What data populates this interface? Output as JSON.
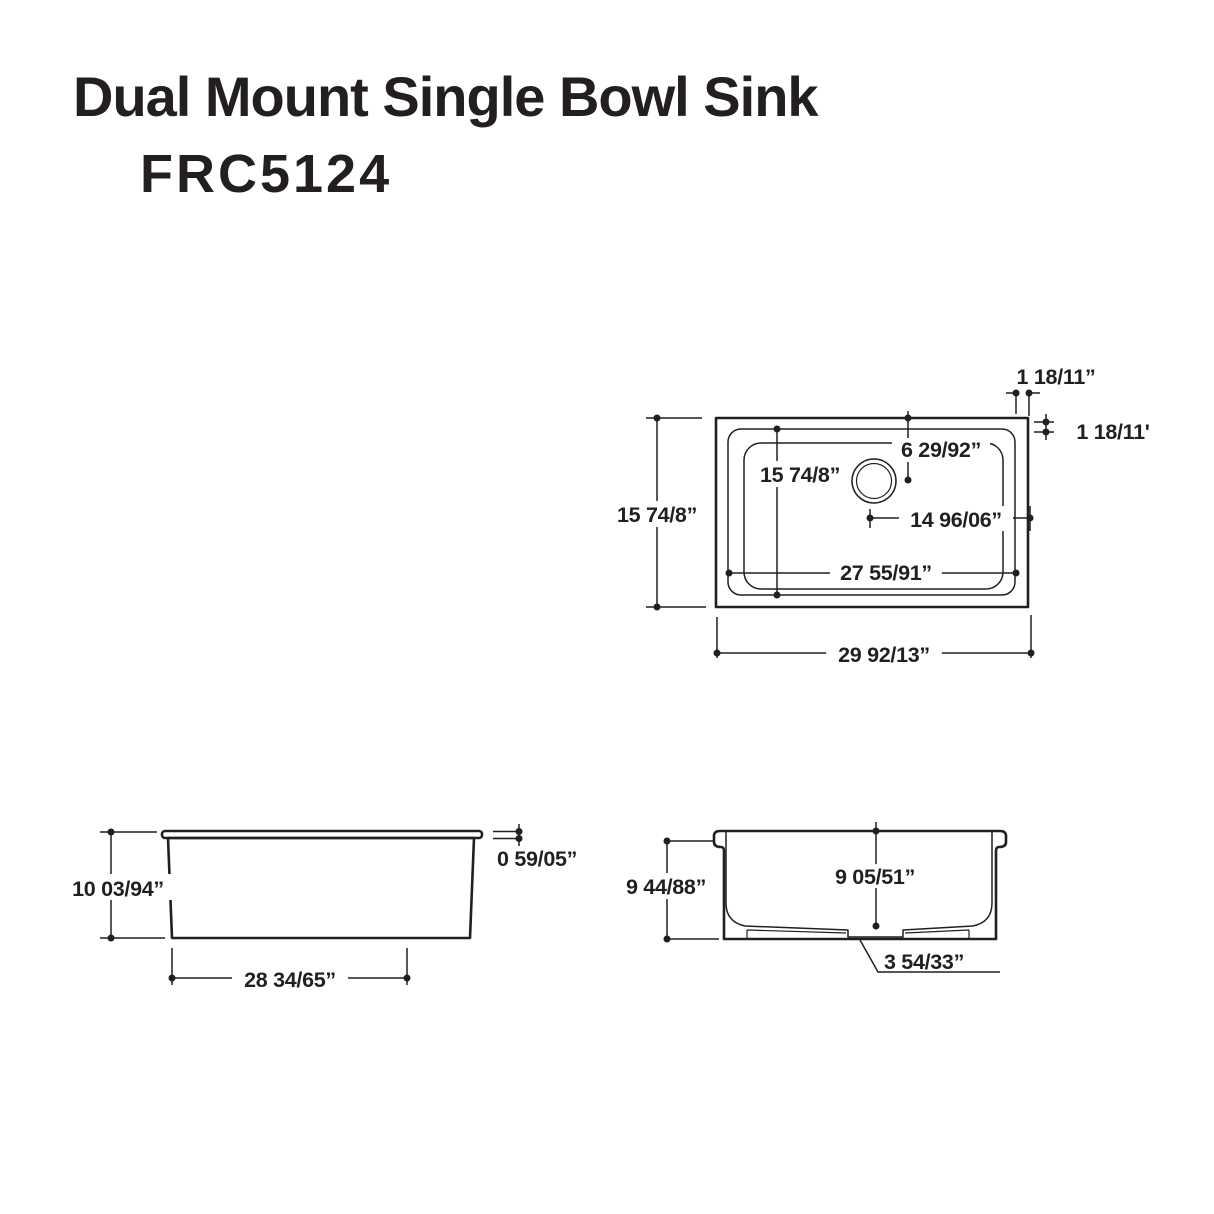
{
  "header": {
    "title": "Dual Mount Single Bowl Sink",
    "model": "FRC5124"
  },
  "colors": {
    "line": "#231f20",
    "background": "#ffffff"
  },
  "top_view": {
    "overall_depth": "15 74/8”",
    "inner_depth": "15 74/8”",
    "drain_from_top": "6 29/92”",
    "drain_to_right_edge": "14 96/06”",
    "inner_width": "27 55/91”",
    "overall_width": "29 92/13”",
    "rim_top": "1 18/11”",
    "rim_right": "1 18/11'"
  },
  "front_view": {
    "height": "10 03/94”",
    "rim_thickness": "0 59/05”",
    "bottom_width": "28 34/65”"
  },
  "section_view": {
    "overall_depth": "9 44/88”",
    "bowl_depth": "9 05/51”",
    "drain_offset": "3 54/33”"
  }
}
